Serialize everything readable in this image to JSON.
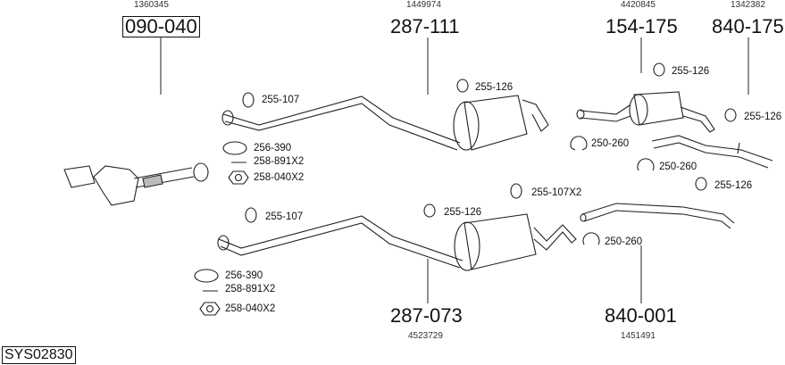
{
  "diagram_code": "SYS02830",
  "assemblies": [
    {
      "part": "090-040",
      "ref": "1360345"
    },
    {
      "part": "287-111",
      "ref": "1449974"
    },
    {
      "part": "154-175",
      "ref": "4420845"
    },
    {
      "part": "840-175",
      "ref": "1342382"
    },
    {
      "part": "287-073",
      "ref": "4523729"
    },
    {
      "part": "840-001",
      "ref": "1451491"
    }
  ],
  "fittings": {
    "top_hanger_front": "255-107",
    "top_hanger_rear": "255-126",
    "top_gasket": "256-390",
    "top_bolt": "258-891X2",
    "top_nut": "258-040X2",
    "r1_hanger": "255-126",
    "r1_clamp": "250-260",
    "r2_hanger": "255-126",
    "r2_clamp": "250-260",
    "r3_hanger": "255-126",
    "bot_hanger_front": "255-107",
    "bot_hanger_mid": "255-126",
    "bot_hanger_rear": "255-107X2",
    "bot_clamp": "250-260",
    "bot_gasket": "256-390",
    "bot_bolt": "258-891X2",
    "bot_nut": "258-040X2"
  }
}
